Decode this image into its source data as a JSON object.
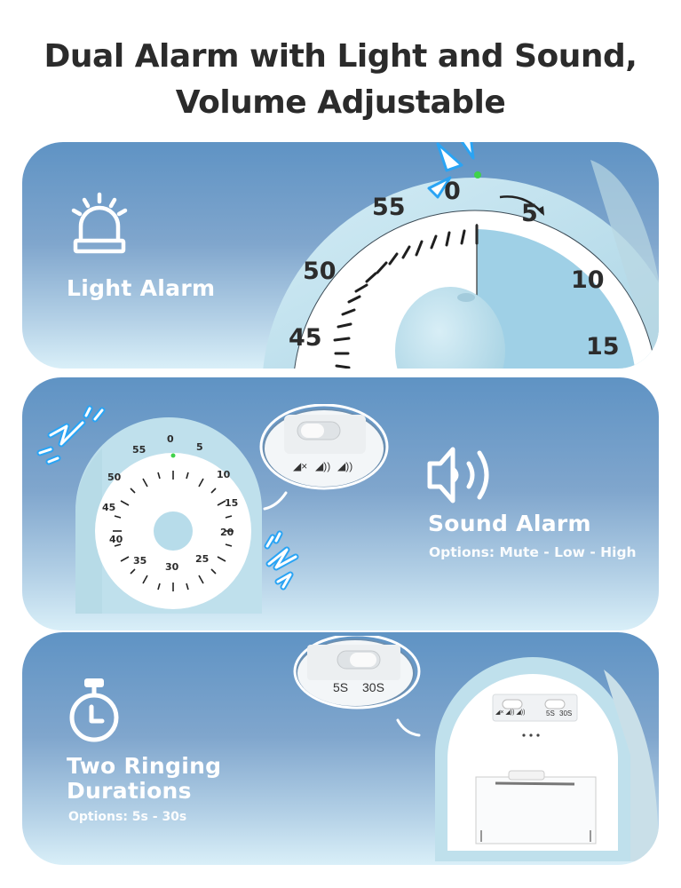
{
  "headline": {
    "line1": "Dual Alarm with Light and Sound,",
    "line2": "Volume Adjustable"
  },
  "colors": {
    "panel_top": "#5f93c4",
    "panel_bottom": "#d9eff8",
    "timer_body": "#bfe0ec",
    "timer_accent": "#9fd0e6",
    "headline_text": "#2b2b2b",
    "spark_blue": "#2aa4f4",
    "led_green": "#3fd24a"
  },
  "panels": [
    {
      "id": "light-alarm",
      "icon": "siren-light-icon",
      "title": "Light Alarm",
      "dial": {
        "numbers": [
          "0",
          "5",
          "10",
          "15",
          "45",
          "50",
          "55"
        ],
        "arrow": "clockwise-arrow"
      }
    },
    {
      "id": "sound-alarm",
      "icon": "speaker-sound-icon",
      "title": "Sound Alarm",
      "subtitle": "Options: Mute - Low - High",
      "switch_labels": [
        "mute-icon",
        "low-volume-icon",
        "high-volume-icon"
      ],
      "dial": {
        "numbers": [
          "0",
          "5",
          "10",
          "15",
          "20",
          "25",
          "30",
          "35",
          "40",
          "45",
          "50",
          "55"
        ]
      }
    },
    {
      "id": "ringing-durations",
      "icon": "stopwatch-icon",
      "title_line1": "Two Ringing",
      "title_line2": "Durations",
      "subtitle": "Options: 5s - 30s",
      "switch_labels": [
        "5S",
        "30S"
      ],
      "back_labels": {
        "volume": [
          "mute-icon",
          "low-volume-icon",
          "high-volume-icon"
        ],
        "duration": [
          "5S",
          "30S"
        ]
      }
    }
  ]
}
